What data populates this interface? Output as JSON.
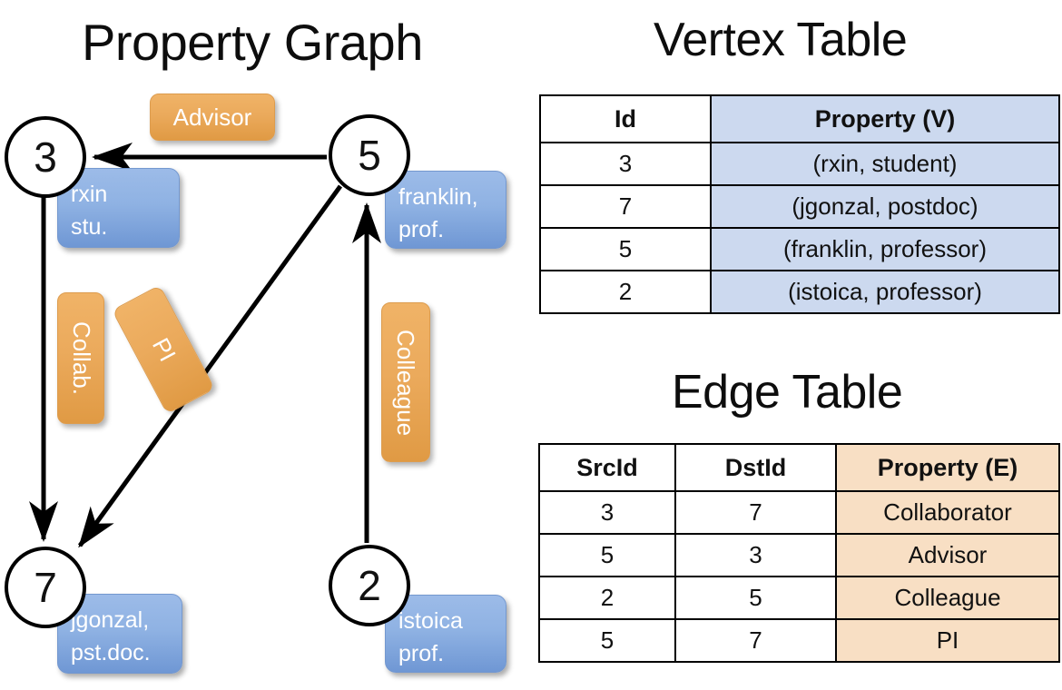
{
  "titles": {
    "property_graph": "Property Graph",
    "vertex_table": "Vertex Table",
    "edge_table": "Edge Table"
  },
  "graph": {
    "nodes": [
      {
        "id": "3",
        "property": "rxin\nstu.",
        "prop_line1": "rxin",
        "prop_line2": "stu."
      },
      {
        "id": "5",
        "property": "franklin,\nprof.",
        "prop_line1": "franklin,",
        "prop_line2": "prof."
      },
      {
        "id": "7",
        "property": "jgonzal,\npst.doc.",
        "prop_line1": "jgonzal,",
        "prop_line2": "pst.doc."
      },
      {
        "id": "2",
        "property": "istoica\nprof.",
        "prop_line1": "istoica",
        "prop_line2": "prof."
      }
    ],
    "edge_labels": {
      "advisor": "Advisor",
      "collab": "Collab.",
      "colleague": "Colleague",
      "pi": "PI"
    },
    "edges": [
      {
        "src": "5",
        "dst": "3",
        "label": "Advisor"
      },
      {
        "src": "3",
        "dst": "7",
        "label": "Collab."
      },
      {
        "src": "5",
        "dst": "7",
        "label": "PI"
      },
      {
        "src": "2",
        "dst": "5",
        "label": "Colleague"
      }
    ]
  },
  "vertex_table": {
    "headers": [
      "Id",
      "Property (V)"
    ],
    "rows": [
      {
        "id": "3",
        "property": "(rxin, student)"
      },
      {
        "id": "7",
        "property": "(jgonzal, postdoc)"
      },
      {
        "id": "5",
        "property": "(franklin, professor)"
      },
      {
        "id": "2",
        "property": "(istoica, professor)"
      }
    ]
  },
  "edge_table": {
    "headers": [
      "SrcId",
      "DstId",
      "Property (E)"
    ],
    "rows": [
      {
        "src": "3",
        "dst": "7",
        "property": "Collaborator"
      },
      {
        "src": "5",
        "dst": "3",
        "property": "Advisor"
      },
      {
        "src": "2",
        "dst": "5",
        "property": "Colleague"
      },
      {
        "src": "5",
        "dst": "7",
        "property": "PI"
      }
    ]
  },
  "colors": {
    "vertex_fill": "#ccd9ef",
    "edge_fill": "#f8dfc4",
    "node_property_box": "#8fb2e3",
    "edge_label_box": "#eba95c",
    "stroke": "#000000"
  }
}
